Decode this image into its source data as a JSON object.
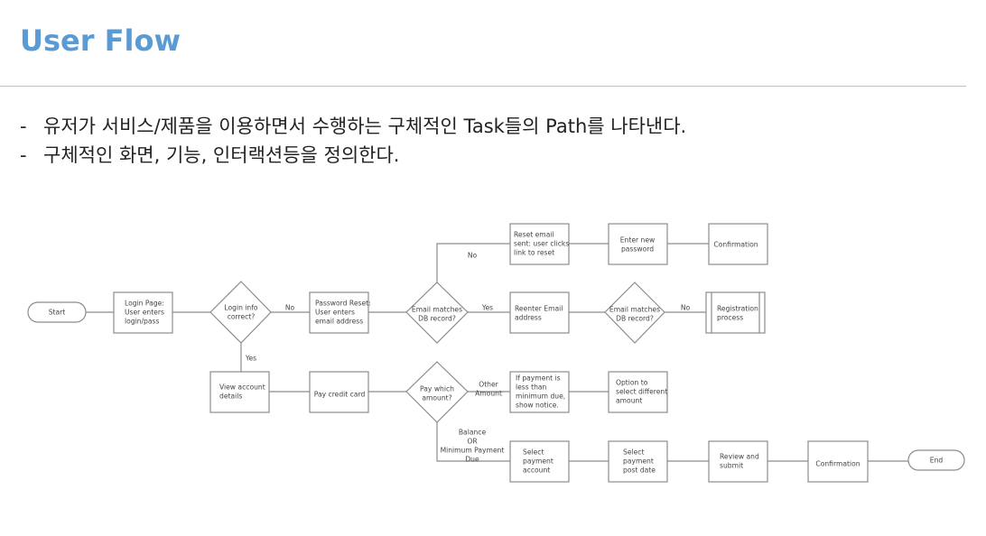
{
  "page_title": "User Flow",
  "bullets": [
    "유저가 서비스/제품을 이용하면서 수행하는 구체적인 Task들의 Path를 나타낸다.",
    "구체적인 화면, 기능, 인터랙션등을 정의한다."
  ],
  "bullet_marker": "-",
  "diagram": {
    "nodes": {
      "start": [
        "Start"
      ],
      "login_page": [
        "Login Page:",
        "User enters",
        "login/pass"
      ],
      "login_correct": [
        "Login info",
        "correct?"
      ],
      "password_reset": [
        "Password Reset:",
        "User enters",
        "email address"
      ],
      "email_matches_1": [
        "Email matches",
        "DB record?"
      ],
      "reset_email_sent": [
        "Reset email",
        "sent: user clicks",
        "link to reset"
      ],
      "enter_new_password": [
        "Enter new",
        "password"
      ],
      "confirmation_1": [
        "Confirmation"
      ],
      "reenter_email": [
        "Reenter Email",
        "address"
      ],
      "email_matches_2": [
        "Email matches",
        "DB record?"
      ],
      "registration": [
        "Registration",
        "process"
      ],
      "view_account": [
        "View account",
        "details"
      ],
      "pay_credit_card": [
        "Pay credit card"
      ],
      "pay_which_amount": [
        "Pay which",
        "amount?"
      ],
      "payment_less": [
        "If payment is",
        "less than",
        "minimum due,",
        "show notice."
      ],
      "option_select": [
        "Option to",
        "select different",
        "amount"
      ],
      "select_payment_account": [
        "Select",
        "payment",
        "account"
      ],
      "select_post_date": [
        "Select",
        "payment",
        "post date"
      ],
      "review_submit": [
        "Review and",
        "submit"
      ],
      "confirmation_2": [
        "Confirmation"
      ],
      "end": [
        "End"
      ]
    },
    "edge_labels": {
      "no_login": [
        "No"
      ],
      "yes_login": [
        "Yes"
      ],
      "no_email_1": [
        "No"
      ],
      "yes_email_1": [
        "Yes"
      ],
      "no_email_2": [
        "No"
      ],
      "other_amount": [
        "Other",
        "Amount"
      ],
      "balance_min": [
        "Balance",
        "OR",
        "Minimum Payment",
        "Due"
      ]
    }
  }
}
